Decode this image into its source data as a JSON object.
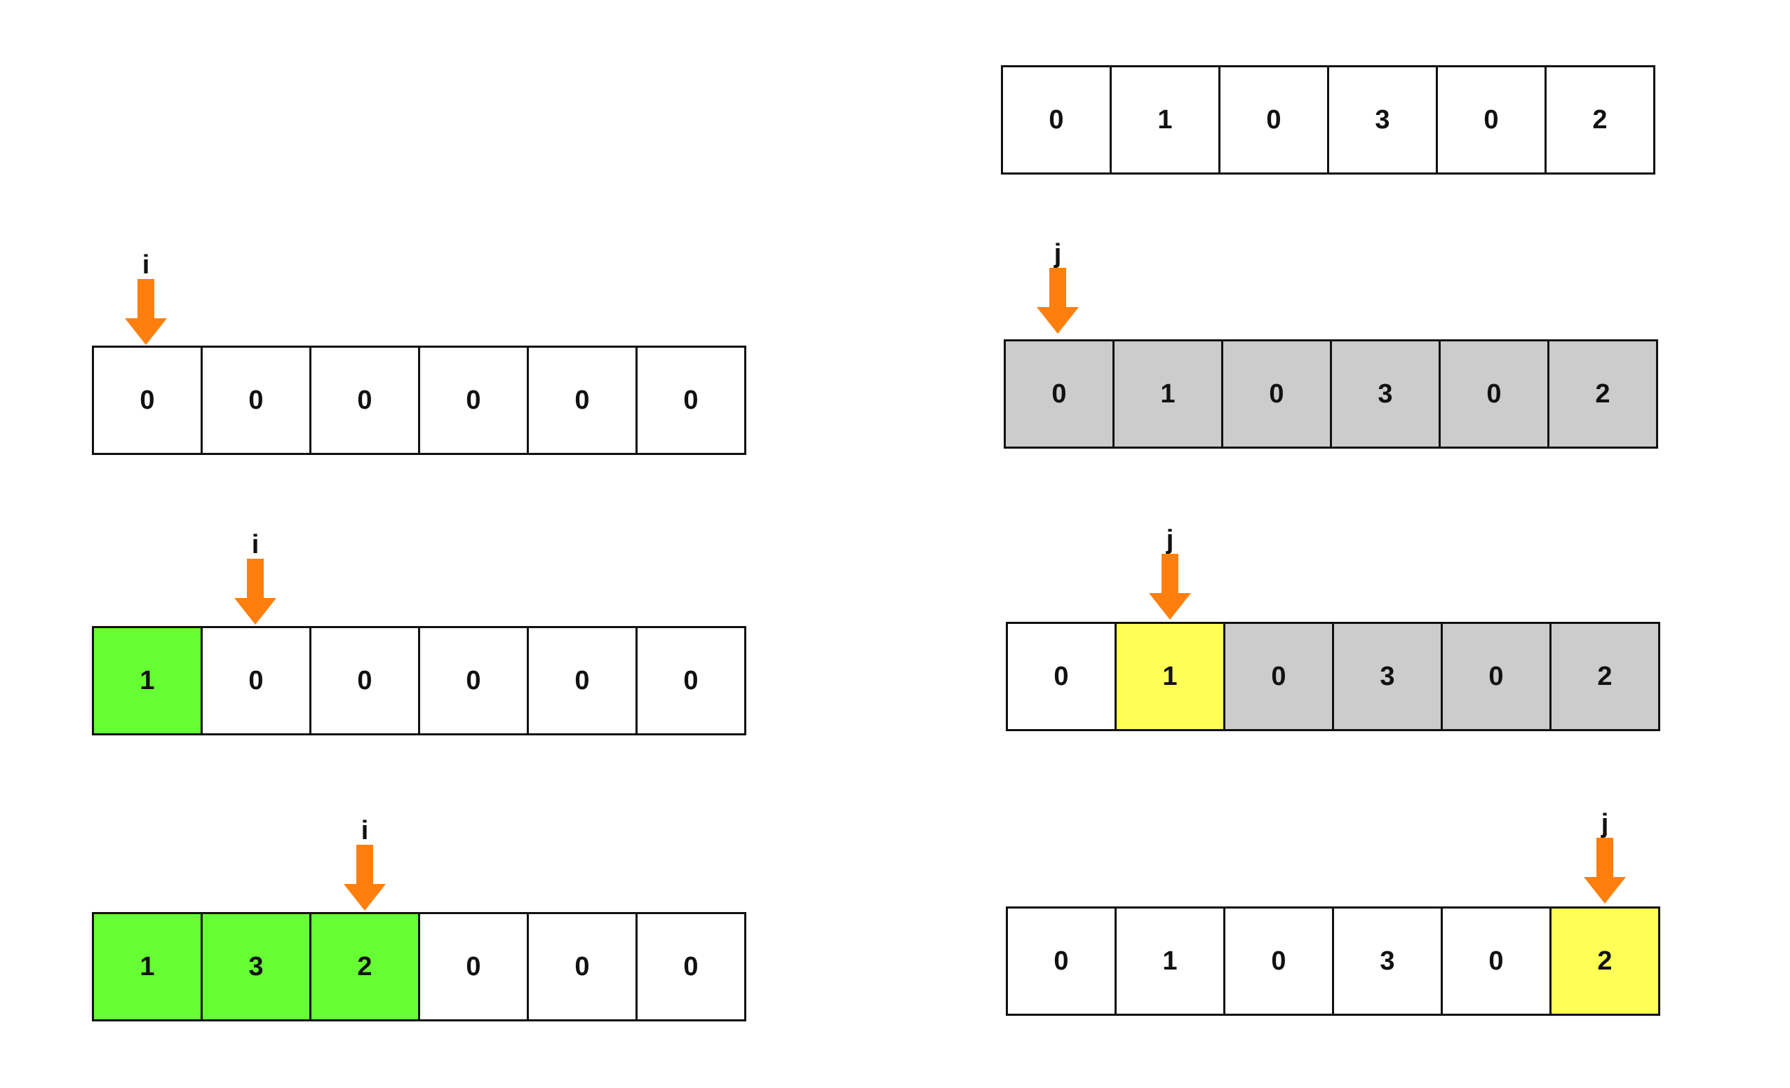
{
  "colors": {
    "arrow": "#ff7f0e",
    "filled": "#66ff33",
    "current": "#ffff55",
    "unvisited": "#cccccc",
    "default": "#ffffff"
  },
  "left": {
    "arrays": [
      {
        "pointer": "i",
        "cells": [
          {
            "value": "0",
            "state": "default"
          },
          {
            "value": "0",
            "state": "default"
          },
          {
            "value": "0",
            "state": "default"
          },
          {
            "value": "0",
            "state": "default"
          },
          {
            "value": "0",
            "state": "default"
          },
          {
            "value": "0",
            "state": "default"
          }
        ]
      },
      {
        "pointer": "i",
        "cells": [
          {
            "value": "1",
            "state": "filled"
          },
          {
            "value": "0",
            "state": "default"
          },
          {
            "value": "0",
            "state": "default"
          },
          {
            "value": "0",
            "state": "default"
          },
          {
            "value": "0",
            "state": "default"
          },
          {
            "value": "0",
            "state": "default"
          }
        ]
      },
      {
        "pointer": "i",
        "cells": [
          {
            "value": "1",
            "state": "filled"
          },
          {
            "value": "3",
            "state": "filled"
          },
          {
            "value": "2",
            "state": "filled"
          },
          {
            "value": "0",
            "state": "default"
          },
          {
            "value": "0",
            "state": "default"
          },
          {
            "value": "0",
            "state": "default"
          }
        ]
      }
    ]
  },
  "right": {
    "arrays": [
      {
        "pointer": "",
        "cells": [
          {
            "value": "0",
            "state": "default"
          },
          {
            "value": "1",
            "state": "default"
          },
          {
            "value": "0",
            "state": "default"
          },
          {
            "value": "3",
            "state": "default"
          },
          {
            "value": "0",
            "state": "default"
          },
          {
            "value": "2",
            "state": "default"
          }
        ]
      },
      {
        "pointer": "j",
        "cells": [
          {
            "value": "0",
            "state": "unvisited"
          },
          {
            "value": "1",
            "state": "unvisited"
          },
          {
            "value": "0",
            "state": "unvisited"
          },
          {
            "value": "3",
            "state": "unvisited"
          },
          {
            "value": "0",
            "state": "unvisited"
          },
          {
            "value": "2",
            "state": "unvisited"
          }
        ]
      },
      {
        "pointer": "j",
        "cells": [
          {
            "value": "0",
            "state": "default"
          },
          {
            "value": "1",
            "state": "current"
          },
          {
            "value": "0",
            "state": "unvisited"
          },
          {
            "value": "3",
            "state": "unvisited"
          },
          {
            "value": "0",
            "state": "unvisited"
          },
          {
            "value": "2",
            "state": "unvisited"
          }
        ]
      },
      {
        "pointer": "j",
        "cells": [
          {
            "value": "0",
            "state": "default"
          },
          {
            "value": "1",
            "state": "default"
          },
          {
            "value": "0",
            "state": "default"
          },
          {
            "value": "3",
            "state": "default"
          },
          {
            "value": "0",
            "state": "default"
          },
          {
            "value": "2",
            "state": "current"
          }
        ]
      }
    ]
  }
}
